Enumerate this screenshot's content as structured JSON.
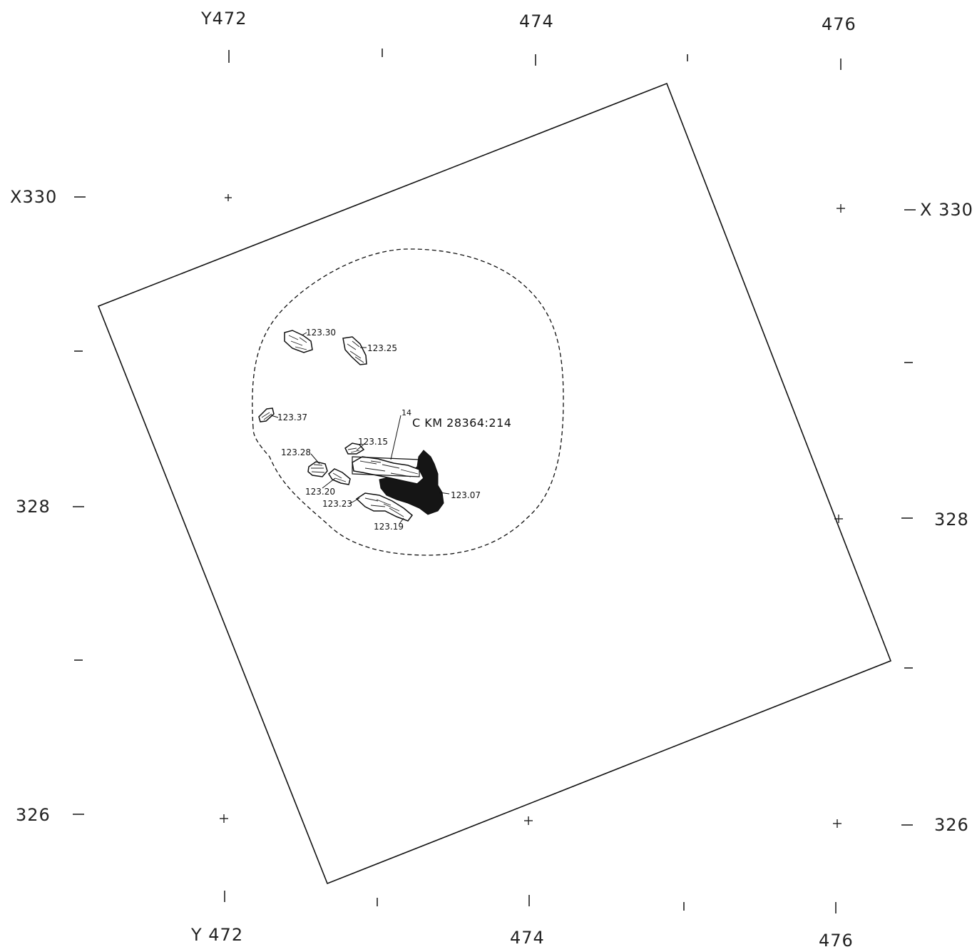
{
  "grid_labels": {
    "y_top": [
      "Y472",
      "474",
      "476"
    ],
    "y_bottom": [
      "Y 472",
      "474",
      "476"
    ],
    "x_left": [
      "X330",
      "328",
      "326"
    ],
    "x_right": [
      "X 330",
      "328",
      "326"
    ]
  },
  "stones": [
    {
      "id": "123.30",
      "label": "123.30"
    },
    {
      "id": "123.25",
      "label": "123.25"
    },
    {
      "id": "123.37",
      "label": "123.37"
    },
    {
      "id": "123.15",
      "label": "123.15"
    },
    {
      "id": "123.28",
      "label": "123.28"
    },
    {
      "id": "123.20",
      "label": "123.20"
    },
    {
      "id": "123.23",
      "label": "123.23"
    },
    {
      "id": "123.19",
      "label": "123.19"
    },
    {
      "id": "123.07",
      "label": "123.07"
    }
  ],
  "sample": {
    "superscript": "14",
    "text": "C KM 28364:214"
  },
  "colors": {
    "ink": "#111111",
    "paper": "#ffffff"
  }
}
